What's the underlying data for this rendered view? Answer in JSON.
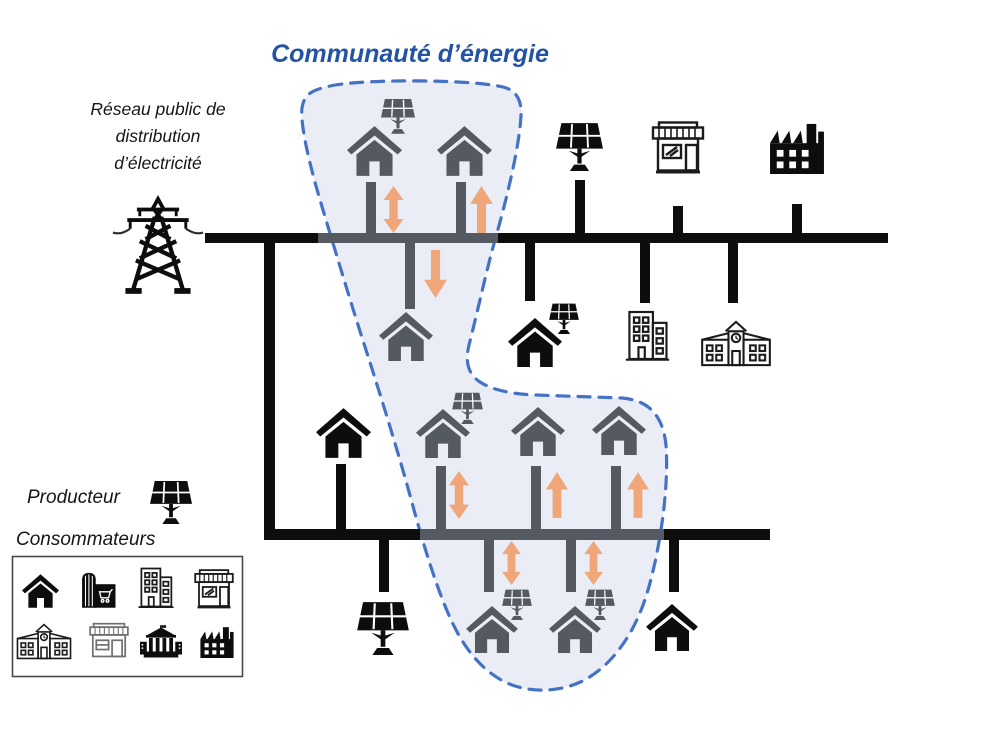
{
  "title": "Communauté d’énergie",
  "labels": {
    "grid": "Réseau public de\ndistribution\nd’électricité",
    "producer": "Producteur",
    "consumers": "Consommateurs"
  },
  "colors": {
    "title_blue": "#2353A3",
    "community_border": "#4472C4",
    "community_fill": "#EAEDF6",
    "community_gray": "#555A62",
    "flow_orange": "#EFA679",
    "grid_black": "#0D0D0D"
  },
  "community": {
    "label": "Communauté d’énergie",
    "border_style": "dashed",
    "members": [
      {
        "icon": "house-with-solar-icon",
        "flow": "bidirectional"
      },
      {
        "icon": "house-icon",
        "flow": "export"
      },
      {
        "icon": "house-icon",
        "flow": "import"
      },
      {
        "icon": "house-with-solar-icon",
        "flow": "bidirectional"
      },
      {
        "icon": "house-icon",
        "flow": "export"
      },
      {
        "icon": "house-icon",
        "flow": "export"
      },
      {
        "icon": "house-with-solar-icon",
        "flow": "bidirectional"
      },
      {
        "icon": "house-with-solar-icon",
        "flow": "bidirectional"
      }
    ]
  },
  "public_grid": {
    "label": "Réseau public de distribution d’électricité",
    "source_icon": "transmission-tower-icon",
    "connected_outside_community": [
      "solar-farm-icon",
      "store-icon",
      "factory-icon",
      "house-with-solar-icon",
      "apartment-building-icon",
      "school-icon",
      "house-icon",
      "solar-farm-icon",
      "house-icon"
    ]
  },
  "legend": {
    "producer": {
      "label": "Producteur",
      "icon": "solar-panel-icon"
    },
    "consumers": {
      "label": "Consommateurs",
      "icons": [
        "house-icon",
        "shopping-mall-icon",
        "apartment-building-icon",
        "store-icon",
        "school-icon",
        "shop-icon",
        "bank-icon",
        "factory-icon"
      ]
    }
  }
}
